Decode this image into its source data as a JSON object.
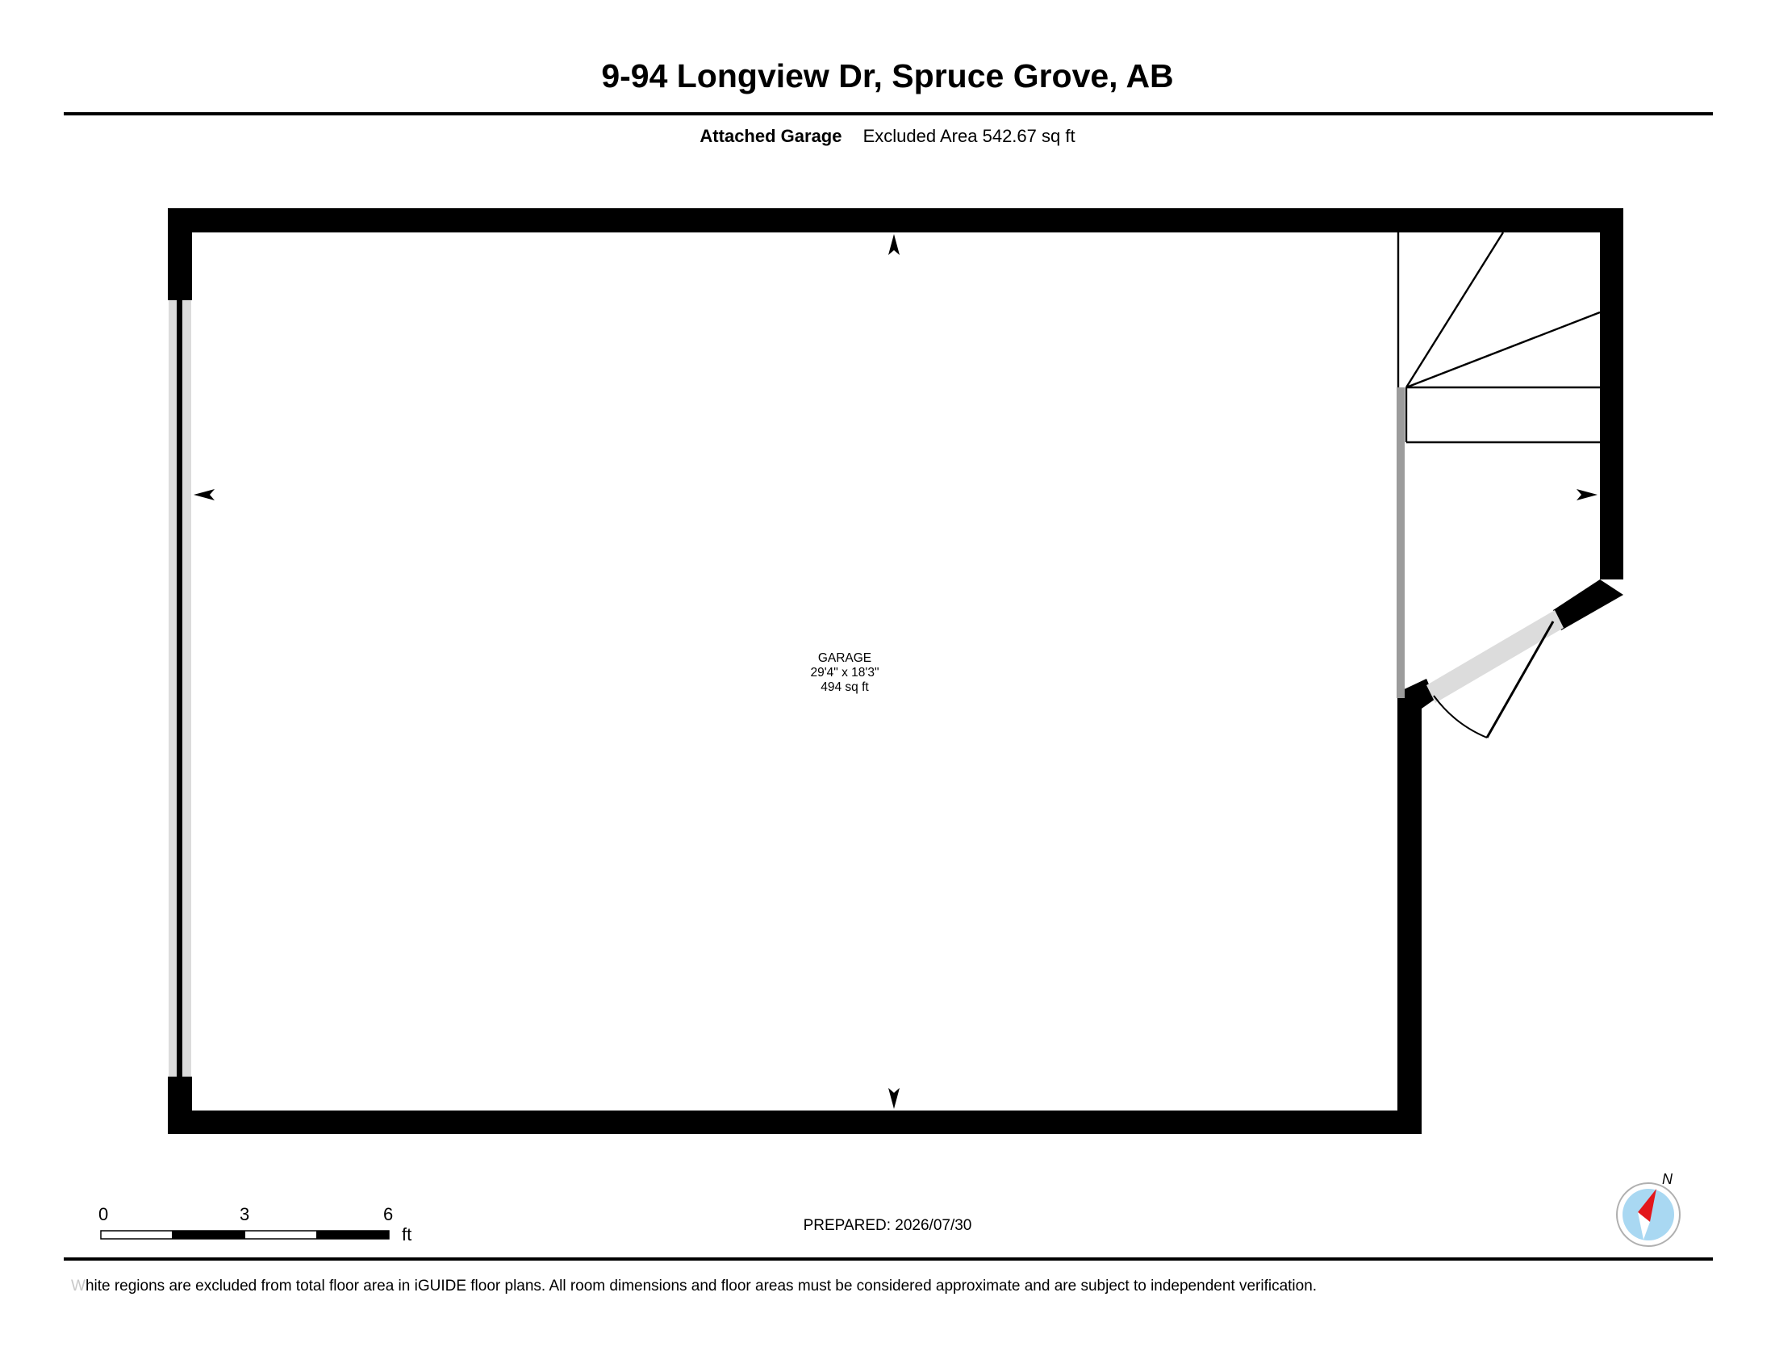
{
  "header": {
    "title": "9-94 Longview Dr, Spruce Grove, AB",
    "level_label": "Attached Garage",
    "excluded_area": "Excluded Area 542.67 sq ft"
  },
  "rooms": [
    {
      "name": "GARAGE",
      "dimensions": "29'4\" x 18'3\"",
      "area": "494 sq ft"
    }
  ],
  "scale_bar": {
    "ticks": [
      "0",
      "3",
      "6"
    ],
    "unit": "ft"
  },
  "compass": {
    "north_label": "N",
    "needle_color": "#e3161b",
    "dial_color": "#a9d8f2"
  },
  "footer": {
    "prepared": "PREPARED: 2026/07/30",
    "disclaimer_first": "W",
    "disclaimer_rest": "hite regions are excluded from total floor area in iGUIDE floor plans. All room dimensions and floor areas must be considered approximate and are subject to independent verification."
  }
}
